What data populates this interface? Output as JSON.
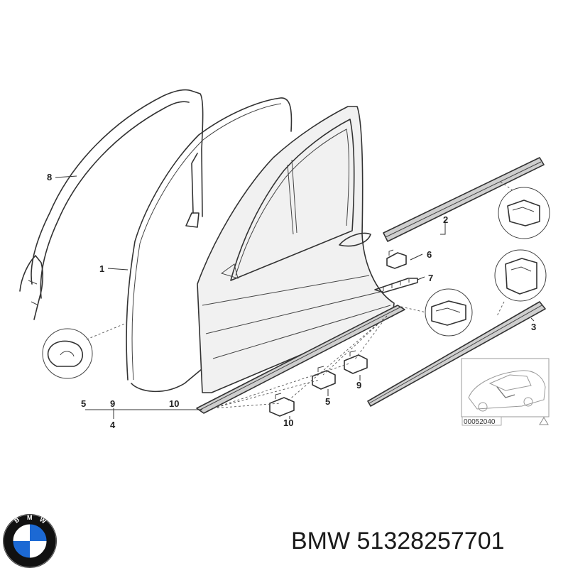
{
  "callouts": {
    "c1": "1",
    "c2": "2",
    "c3": "3",
    "c4": "4",
    "c5a": "5",
    "c5b": "5",
    "c6": "6",
    "c7": "7",
    "c8": "8",
    "c9a": "9",
    "c9b": "9",
    "c10a": "10",
    "c10b": "10"
  },
  "reference_code": "00052040",
  "caption": {
    "brand": "BMW",
    "part_number": "51328257701"
  },
  "logo": {
    "text": "BMW",
    "colors": {
      "blue": "#1c69d4",
      "white": "#ffffff",
      "ring": "#111111"
    }
  }
}
